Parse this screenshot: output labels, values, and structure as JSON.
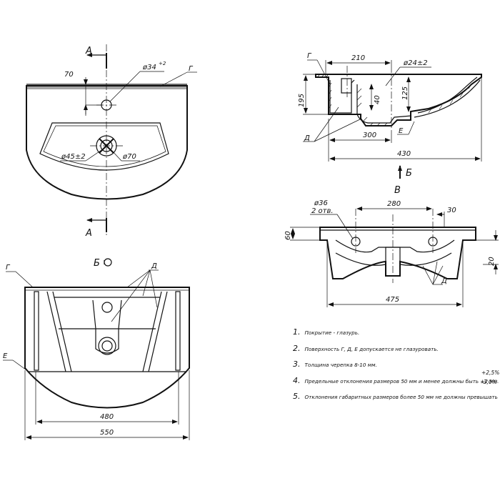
{
  "view_top": {
    "section_mark": "А",
    "dim_70": "70",
    "dia_34": "ø34",
    "dia_34_tol": "+2",
    "label_g": "Г",
    "dia_45": "ø45±2",
    "dia_70": "ø70"
  },
  "view_section": {
    "label_g": "Г",
    "dim_210": "210",
    "dia_24": "ø24±2",
    "dim_195": "195",
    "dim_40": "40",
    "dim_125": "125",
    "label_e": "Е",
    "label_d": "Д",
    "dim_300": "300",
    "dim_430": "430",
    "section_mark": "Б"
  },
  "view_bottom": {
    "title": "Б",
    "label_g": "Г",
    "label_d": "Д",
    "label_e": "Е",
    "dim_480": "480",
    "dim_550": "550"
  },
  "view_side": {
    "title": "В",
    "dim_280": "280",
    "dim_30": "30",
    "dia_36": "ø36",
    "holes": "2 отв.",
    "dim_60": "60",
    "dim_20": "20",
    "label_d": "Д",
    "dim_475": "475"
  },
  "notes": [
    {
      "num": "1.",
      "text": "Покрытие - глазурь."
    },
    {
      "num": "2.",
      "text": "Поверхность Г, Д, Е допускается не глазуровать."
    },
    {
      "num": "3.",
      "text": "Толщина черепка 8-10 мм."
    },
    {
      "num": "4.",
      "text": "Предельные отклонения размеров 50 мм и менее должны быть ±2  мм."
    },
    {
      "num": "5.",
      "text": "Отклонения габаритных размеров более 50 мм не должны превышать"
    }
  ],
  "tolerance_plus": "+2,5%",
  "tolerance_minus": "-3,0%"
}
